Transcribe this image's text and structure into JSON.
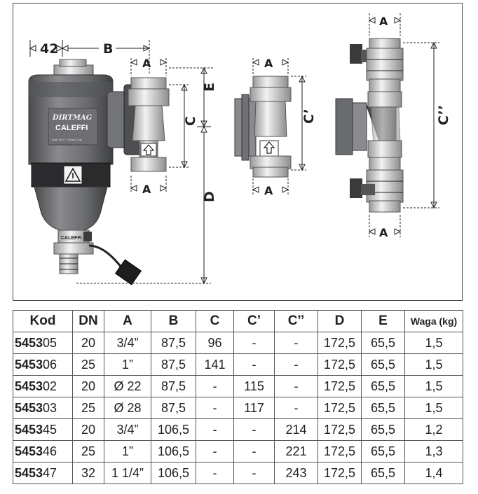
{
  "figure": {
    "labels": {
      "dim_42": "42",
      "B": "B",
      "A": "A",
      "C": "C",
      "C_prime": "C’",
      "C_double": "C’’",
      "D": "D",
      "E": "E"
    },
    "product_text": {
      "logo_script": "DIRTMAG",
      "brand": "CALEFFI",
      "spec_line": "Tmax 90°C  •  Pmax 3 bar",
      "brand_bottom": "CALEFFI"
    }
  },
  "table": {
    "headers": [
      "Kod",
      "DN",
      "A",
      "B",
      "C",
      "C’",
      "C’’",
      "D",
      "E",
      "Waga (kg)"
    ],
    "rows": [
      {
        "kod_prefix": "5453",
        "kod_suffix": "05",
        "dn": "20",
        "a": "3/4”",
        "b": "87,5",
        "c": "96",
        "c1": "-",
        "c2": "-",
        "d": "172,5",
        "e": "65,5",
        "waga": "1,5"
      },
      {
        "kod_prefix": "5453",
        "kod_suffix": "06",
        "dn": "25",
        "a": "1”",
        "b": "87,5",
        "c": "141",
        "c1": "-",
        "c2": "-",
        "d": "172,5",
        "e": "65,5",
        "waga": "1,5"
      },
      {
        "kod_prefix": "5453",
        "kod_suffix": "02",
        "dn": "20",
        "a": "Ø 22",
        "b": "87,5",
        "c": "-",
        "c1": "115",
        "c2": "-",
        "d": "172,5",
        "e": "65,5",
        "waga": "1,5"
      },
      {
        "kod_prefix": "5453",
        "kod_suffix": "03",
        "dn": "25",
        "a": "Ø 28",
        "b": "87,5",
        "c": "-",
        "c1": "117",
        "c2": "-",
        "d": "172,5",
        "e": "65,5",
        "waga": "1,5"
      },
      {
        "kod_prefix": "5453",
        "kod_suffix": "45",
        "dn": "20",
        "a": "3/4”",
        "b": "106,5",
        "c": "-",
        "c1": "-",
        "c2": "214",
        "d": "172,5",
        "e": "65,5",
        "waga": "1,2"
      },
      {
        "kod_prefix": "5453",
        "kod_suffix": "46",
        "dn": "25",
        "a": "1”",
        "b": "106,5",
        "c": "-",
        "c1": "-",
        "c2": "221",
        "d": "172,5",
        "e": "65,5",
        "waga": "1,3"
      },
      {
        "kod_prefix": "5453",
        "kod_suffix": "47",
        "dn": "32",
        "a": "1 1/4”",
        "b": "106,5",
        "c": "-",
        "c1": "-",
        "c2": "243",
        "d": "172,5",
        "e": "65,5",
        "waga": "1,4"
      }
    ]
  },
  "colors": {
    "body_grey": "#6d6e71",
    "dark_grey": "#3d3d3f",
    "silver": "#c9c9c9",
    "brass_light": "#e6e6e6"
  }
}
